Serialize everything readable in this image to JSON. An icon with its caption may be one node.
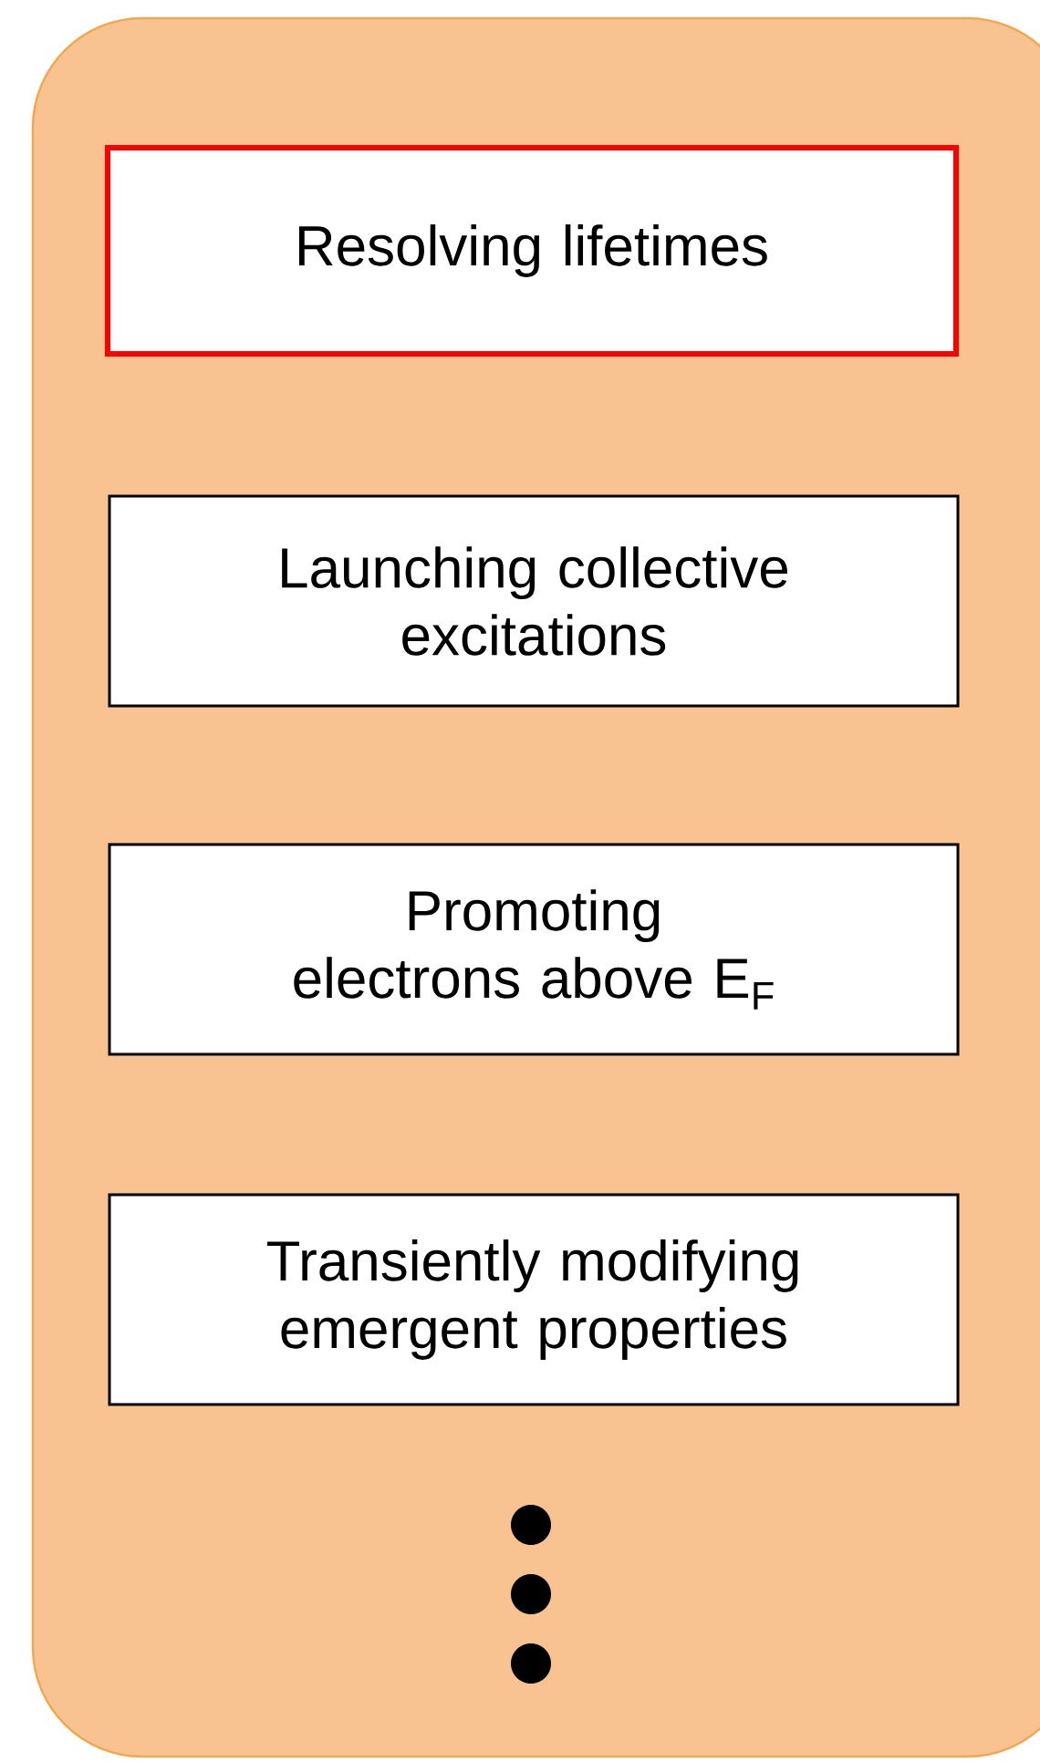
{
  "diagram": {
    "nodes": [
      {
        "text": [],
        "shape": "box"
      },
      {
        "text": [
          "Resolving lifetimes"
        ],
        "in": 0
      },
      {
        "text": [
          "Launching collective excitations"
        ],
        "in": 0
      },
      {
        "text": [
          "Promoting electrons above E$_{F}$"
        ],
        "in": 0
      },
      {
        "text": [
          "Transiently modifying emergent properties"
        ],
        "in": 0
      }
    ]
  }
}
